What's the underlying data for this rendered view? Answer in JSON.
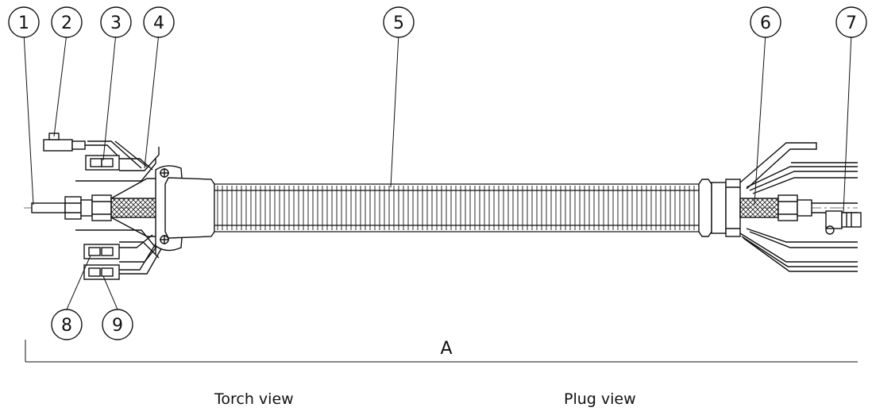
{
  "callouts": [
    "1",
    "2",
    "3",
    "4",
    "5",
    "6",
    "7",
    "8",
    "9"
  ],
  "dimension_label": "A",
  "captions": {
    "torch": "Torch view",
    "plug": "Plug view"
  }
}
